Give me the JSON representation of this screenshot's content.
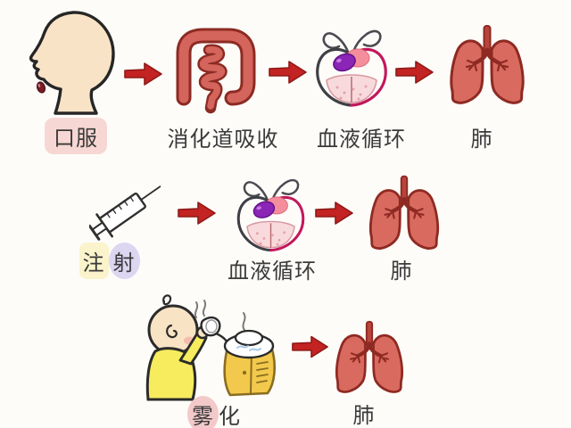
{
  "diagram": {
    "description_semantics": "three medication routes flow diagram",
    "colors": {
      "background": "#fdfcf9",
      "arrow_red": "#c32322",
      "organ_fill": "#d96a60",
      "organ_outline": "#8e2a22",
      "pill_purple": "#8a25b5",
      "heart_pink": "#f58e9c",
      "skin": "#f9e3c7",
      "baby_shirt_yellow": "#f6ec5e",
      "nebulizer_yellow": "#f2c94c",
      "highlight_pink": "#f7d7d3",
      "highlight_lavender": "#dcd6f1",
      "highlight_yellow": "#faf3cb",
      "text": "#3a3a3a"
    },
    "rows": {
      "oral": {
        "route_label": "口服",
        "absorption_label": "消化道吸收",
        "circulation_label": "血液循环",
        "lung_label": "肺"
      },
      "injection": {
        "route_label_char1": "注",
        "route_label_char2": "射",
        "circulation_label": "血液循环",
        "lung_label": "肺"
      },
      "nebulization": {
        "route_label_char1": "雾",
        "route_label_char2": "化",
        "lung_label": "肺"
      }
    },
    "icons": {
      "row_oral": [
        "head-swallowing-pill-icon",
        "arrow-right-icon",
        "intestines-icon",
        "arrow-right-icon",
        "heart-circulation-icon",
        "arrow-right-icon",
        "lungs-icon"
      ],
      "row_injection": [
        "syringe-icon",
        "arrow-right-icon",
        "heart-circulation-icon",
        "arrow-right-icon",
        "lungs-icon"
      ],
      "row_nebulization": [
        "baby-nebulizer-icon",
        "arrow-right-icon",
        "lungs-icon"
      ]
    }
  }
}
